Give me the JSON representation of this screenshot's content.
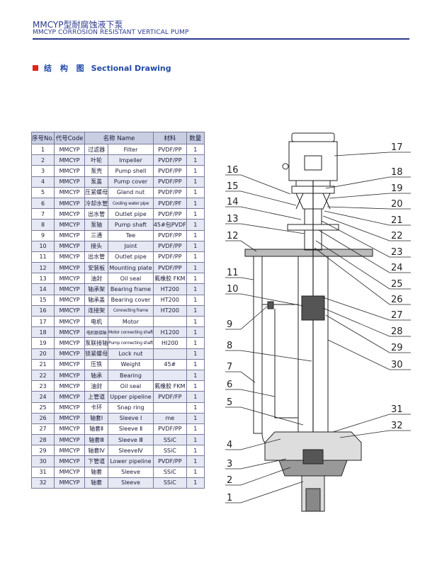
{
  "header": {
    "title_cn": "MMCYP型耐腐蚀液下泵",
    "title_en": "MMCYP CORROSION RESISTANT VERTICAL PUMP"
  },
  "section": {
    "title_cn": "结 构 图",
    "title_en": "Sectional Drawing"
  },
  "table": {
    "headers": [
      "序号No.",
      "代号Code",
      "名称 Name",
      "材料",
      "数量"
    ],
    "rows": [
      {
        "no": "1",
        "code": "MMCYP",
        "cn": "过滤器",
        "en": "Filter",
        "mat": "PVDF/PP",
        "qty": "1"
      },
      {
        "no": "2",
        "code": "MMCYP",
        "cn": "叶轮",
        "en": "Impeller",
        "mat": "PVDF/PP",
        "qty": "1"
      },
      {
        "no": "3",
        "code": "MMCYP",
        "cn": "泵壳",
        "en": "Pump shell",
        "mat": "PVDF/PP",
        "qty": "1"
      },
      {
        "no": "4",
        "code": "MMCYP",
        "cn": "泵盖",
        "en": "Pump cover",
        "mat": "PVDF/PP",
        "qty": "1"
      },
      {
        "no": "5",
        "code": "MMCYP",
        "cn": "压紧螺母",
        "en": "Gland nut",
        "mat": "PVDF/PP",
        "qty": "1"
      },
      {
        "no": "6",
        "code": "MMCYP",
        "cn": "冷却水管",
        "en": "Cooling water pipe",
        "mat": "PVDF/PF",
        "qty": "1"
      },
      {
        "no": "7",
        "code": "MMCYP",
        "cn": "出水管",
        "en": "Outlet pipe",
        "mat": "PVDF/PP",
        "qty": "1"
      },
      {
        "no": "8",
        "code": "MMCYP",
        "cn": "泵轴",
        "en": "Pump shaft",
        "mat": "45#包PVDF",
        "qty": "1"
      },
      {
        "no": "9",
        "code": "MMCYP",
        "cn": "三通",
        "en": "Tee",
        "mat": "PVDF/PP",
        "qty": "1"
      },
      {
        "no": "10",
        "code": "MMCYP",
        "cn": "接头",
        "en": "Joint",
        "mat": "PVDF/PP",
        "qty": "1"
      },
      {
        "no": "11",
        "code": "MMCYP",
        "cn": "出水管",
        "en": "Outlet pipe",
        "mat": "PVDF/PP",
        "qty": "1"
      },
      {
        "no": "12",
        "code": "MMCYP",
        "cn": "安装板",
        "en": "Mounting plate",
        "mat": "PVDF/PP",
        "qty": "1"
      },
      {
        "no": "13",
        "code": "MMCYP",
        "cn": "油封",
        "en": "Oil seal",
        "mat": "氟橡胶 FKM",
        "qty": "1"
      },
      {
        "no": "14",
        "code": "MMCYP",
        "cn": "轴承架",
        "en": "Bearing frame",
        "mat": "HT200",
        "qty": "1"
      },
      {
        "no": "15",
        "code": "MMCYP",
        "cn": "轴承盖",
        "en": "Bearing cover",
        "mat": "HT200",
        "qty": "1"
      },
      {
        "no": "16",
        "code": "MMCYP",
        "cn": "连接架",
        "en": "Connecting frame",
        "mat": "HT200",
        "qty": "1"
      },
      {
        "no": "17",
        "code": "MMCYP",
        "cn": "电机",
        "en": "Motor",
        "mat": "",
        "qty": "1"
      },
      {
        "no": "18",
        "code": "MMCYP",
        "cn": "电机联接轴",
        "en": "Motor connecting shaft",
        "mat": "H1200",
        "qty": "1"
      },
      {
        "no": "19",
        "code": "MMCYP",
        "cn": "泵联接轴",
        "en": "Pump connecting shaft",
        "mat": "HI200",
        "qty": "1"
      },
      {
        "no": "20",
        "code": "MMCYP",
        "cn": "锁紧螺母",
        "en": "Lock nut",
        "mat": "",
        "qty": "1"
      },
      {
        "no": "21",
        "code": "MMCYP",
        "cn": "压铁",
        "en": "Weight",
        "mat": "45#",
        "qty": "1"
      },
      {
        "no": "22",
        "code": "MMCYP",
        "cn": "轴承",
        "en": "Bearing",
        "mat": "",
        "qty": "1"
      },
      {
        "no": "23",
        "code": "MMCYP",
        "cn": "油封",
        "en": "Oil seal",
        "mat": "氟橡胶 FKM",
        "qty": "1"
      },
      {
        "no": "24",
        "code": "MMCYP",
        "cn": "上管道",
        "en": "Upper pipeline",
        "mat": "PVDF/FP",
        "qty": "1"
      },
      {
        "no": "25",
        "code": "MMCYP",
        "cn": "卡环",
        "en": "Snap ring",
        "mat": "",
        "qty": "1"
      },
      {
        "no": "26",
        "code": "MMCYP",
        "cn": "轴套Ⅰ",
        "en": "Sleeve Ⅰ",
        "mat": "me",
        "qty": "1"
      },
      {
        "no": "27",
        "code": "MMCYP",
        "cn": "轴套Ⅱ",
        "en": "Sleeve Ⅱ",
        "mat": "PVDF/PP",
        "qty": "1"
      },
      {
        "no": "28",
        "code": "MMCYP",
        "cn": "轴套Ⅲ",
        "en": "Sleeve Ⅲ",
        "mat": "SSiC",
        "qty": "1"
      },
      {
        "no": "29",
        "code": "MMCYP",
        "cn": "轴套Ⅳ",
        "en": "SleeveⅣ",
        "mat": "SSiC",
        "qty": "1"
      },
      {
        "no": "30",
        "code": "MMCYP",
        "cn": "下管道",
        "en": "Lower pipeline",
        "mat": "PVDF/PP",
        "qty": "1"
      },
      {
        "no": "31",
        "code": "MMCYP",
        "cn": "轴套",
        "en": "Sleeve",
        "mat": "SSiC",
        "qty": "1"
      },
      {
        "no": "32",
        "code": "MMCYP",
        "cn": "轴套",
        "en": "Sleeve",
        "mat": "SSiC",
        "qty": "1"
      }
    ]
  },
  "drawing": {
    "left_labels": [
      "16",
      "15",
      "14",
      "13",
      "12",
      "11",
      "10",
      "9",
      "8",
      "7",
      "6",
      "5",
      "4",
      "3",
      "2",
      "1"
    ],
    "right_labels": [
      "17",
      "18",
      "19",
      "20",
      "21",
      "22",
      "23",
      "24",
      "25",
      "26",
      "27",
      "28",
      "29",
      "30",
      "31",
      "32"
    ]
  }
}
